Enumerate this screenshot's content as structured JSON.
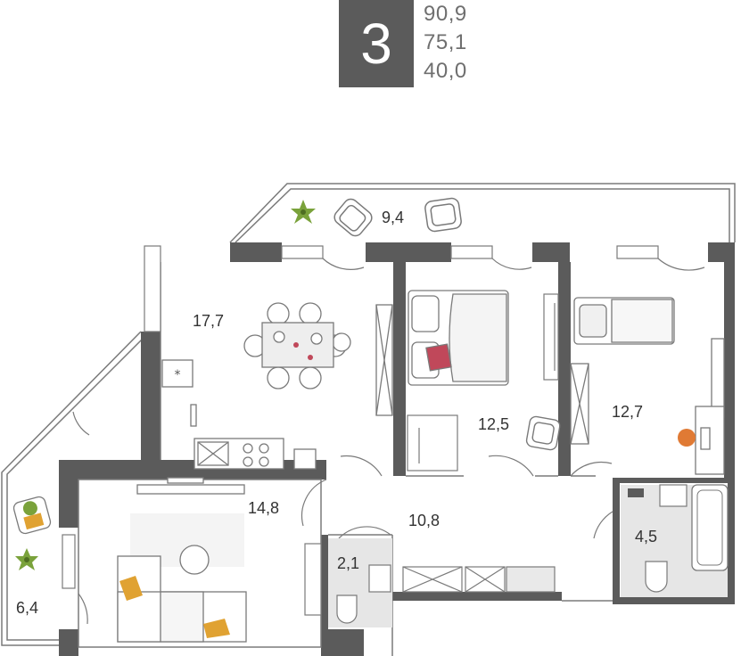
{
  "header": {
    "rooms_count": "3",
    "total_area": "90,9",
    "living_area": "75,1",
    "kitchen_area": "40,0"
  },
  "rooms": [
    {
      "id": "balcony",
      "area": "9,4"
    },
    {
      "id": "kitchen-living",
      "area": "17,7"
    },
    {
      "id": "bedroom-1",
      "area": "12,5"
    },
    {
      "id": "bedroom-2",
      "area": "12,7"
    },
    {
      "id": "living-room",
      "area": "14,8"
    },
    {
      "id": "hallway",
      "area": "10,8"
    },
    {
      "id": "bathroom",
      "area": "4,5"
    },
    {
      "id": "wc",
      "area": "2,1"
    },
    {
      "id": "loggia",
      "area": "6,4"
    }
  ],
  "colors": {
    "wall": "#5b5b5b",
    "line": "#7a7a7a",
    "floor_tile": "#e6e6e6",
    "accent_pillow": "#e0a232",
    "accent_red": "#c0485a",
    "plant": "#7aa23b"
  }
}
